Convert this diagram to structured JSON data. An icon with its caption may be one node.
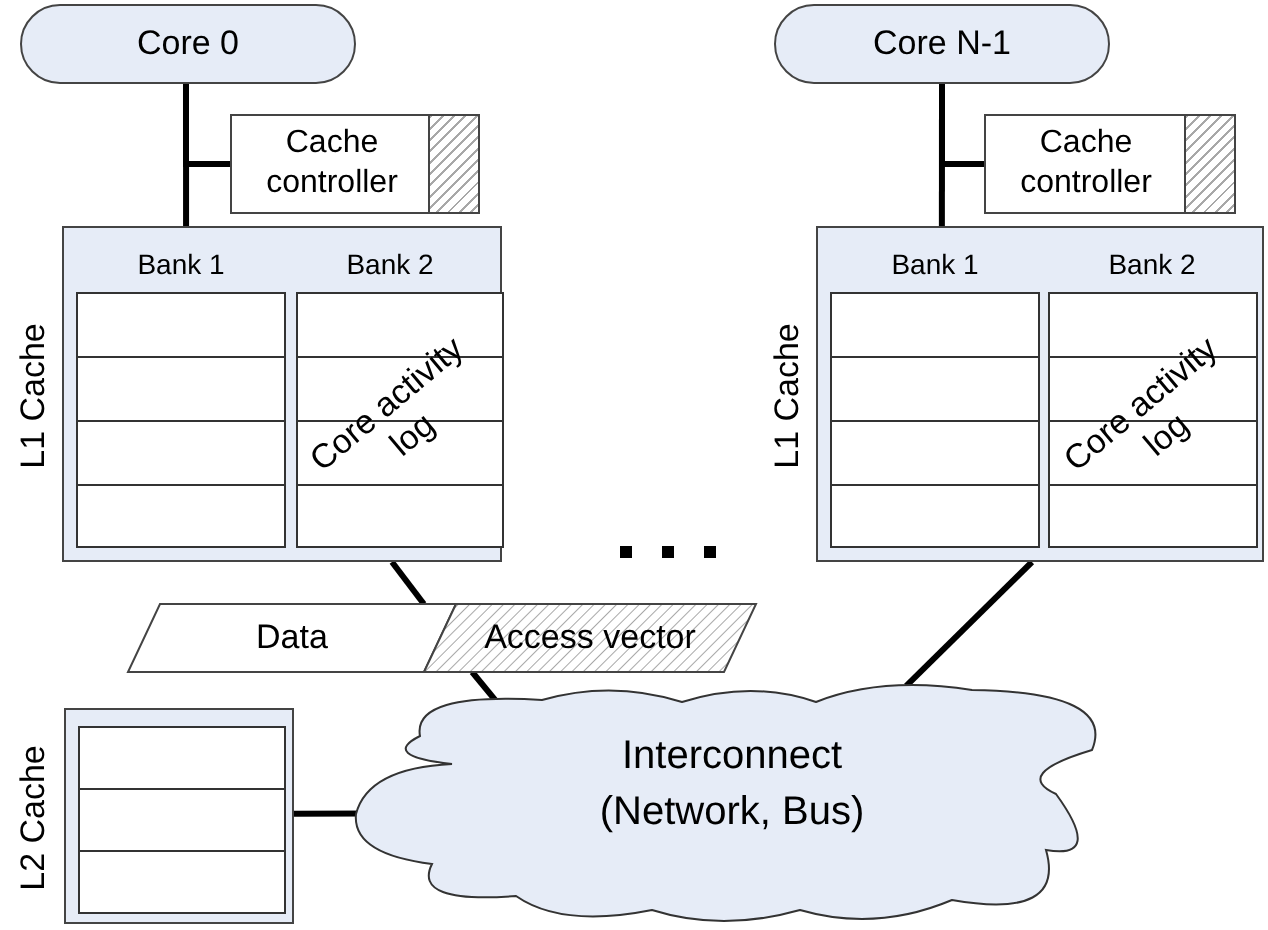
{
  "diagram": {
    "nodes": [
      {
        "text": [
          "Core 0"
        ]
      },
      {
        "text": [
          "Cache controller"
        ]
      },
      {
        "text": [
          "L1 Cache",
          "Bank 1",
          "Bank 2"
        ]
      },
      {
        "text": [
          "Core activity log"
        ],
        "in": 2
      },
      {
        "text": [
          "Core N-1"
        ]
      },
      {
        "text": [
          "Cache controller"
        ]
      },
      {
        "text": [
          "L1 Cache",
          "Bank 1",
          "Bank 2"
        ]
      },
      {
        "text": [
          "Core activity log"
        ],
        "in": 6
      },
      {
        "text": [
          "Data"
        ]
      },
      {
        "text": [
          "Access vector"
        ]
      },
      {
        "text": [
          "Interconnect (Network, Bus)"
        ]
      },
      {
        "text": [
          "L2 Cache"
        ]
      }
    ],
    "edges": [
      {
        "from": 0,
        "to": 2,
        "arrow": "none"
      },
      {
        "from": 0,
        "to": 1,
        "arrow": "none"
      },
      {
        "from": 4,
        "to": 6,
        "arrow": "none"
      },
      {
        "from": 4,
        "to": 5,
        "arrow": "none"
      },
      {
        "from": 2,
        "to": 8,
        "arrow": "none"
      },
      {
        "from": 9,
        "to": 10,
        "arrow": "none"
      },
      {
        "from": 6,
        "to": 10,
        "arrow": "none"
      },
      {
        "from": 11,
        "to": 10,
        "arrow": "none"
      }
    ]
  }
}
